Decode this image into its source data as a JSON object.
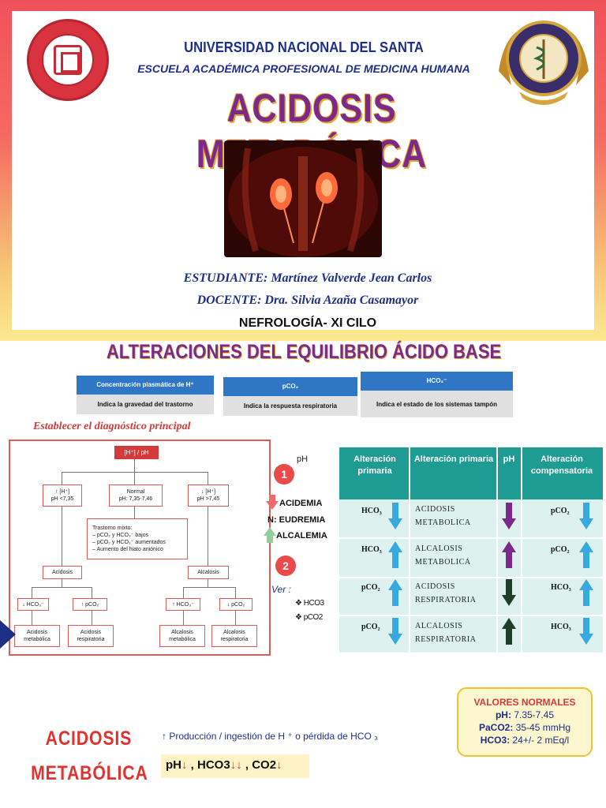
{
  "header": {
    "university": "UNIVERSIDAD NACIONAL DEL SANTA",
    "school": "ESCUELA ACADÉMICA PROFESIONAL DE MEDICINA HUMANA",
    "title": "ACIDOSIS METABÓLICA",
    "student": "ESTUDIANTE: Martínez Valverde Jean Carlos",
    "teacher": "DOCENTE: Dra.  Silvia Azaña Casamayor",
    "course": "NEFROLOGÍA- XI CILO",
    "left_seal": "seal-universidad-nacional-del-santa",
    "right_seal": "seal-eap-medicina-humana"
  },
  "equilibrium": {
    "title": "ALTERACIONES DEL EQUILIBRIO ÁCIDO BASE",
    "boxes": [
      {
        "title": "Concentración plasmática de H⁺",
        "body": "Indica la gravedad del trastorno"
      },
      {
        "title": "pCO₂",
        "body": "Indica la respuesta respiratoria"
      },
      {
        "title": "HCO₃⁻",
        "body": "Indica el estado de los sistemas tampón"
      }
    ]
  },
  "diagnosis": {
    "title": "Establecer el diagnóstico principal",
    "root": "[H⁺] / pH",
    "high": "↑ [H⁺]\npH <7,35",
    "normal": "Normal\npH: 7,35-7,46",
    "low": "↓ [H⁺]\npH >7,45",
    "mixed": "Trastorno mixto:\n– pCO₂ y HCO₃⁻ bajos\n– pCO₂ y HCO₃⁻ aumentados\n– Aumento del hiato aniónico",
    "acidosis": "Acidosis",
    "alcalosis": "Alcalosis",
    "leaf_1": "↓ HCO₃⁻",
    "leaf_2": "↑ pCO₂",
    "leaf_3": "↑ HCO₃⁻",
    "leaf_4": "↓ pCO₂",
    "result_1": "Acidosis\nmetabólica",
    "result_2": "Acidosis\nrespiratoria",
    "result_3": "Alcalosis\nmetabólica",
    "result_4": "Alcalosis\nrespiratoria"
  },
  "legend": {
    "step_1": "1",
    "step_2": "2",
    "ph": "pH",
    "acidemia": "ACIDEMIA",
    "eudremia": "N: EUDREMIA",
    "alcalemia": "ALCALEMIA",
    "ver": "Ver :",
    "bullet_1": "HCO3",
    "bullet_2": "pCO2",
    "down_color": "#f06a6a",
    "up_color": "#8fcf9e"
  },
  "alterations_table": {
    "headers": [
      "Alteración primaria",
      "Alteración primaria",
      "pH",
      "Alteración compensatoria"
    ],
    "rows": [
      {
        "primary": "HCO₃",
        "primary_dir": "down",
        "name": "ACIDOSIS METABOLICA",
        "ph_dir": "down",
        "ph_color": "#7b2a8a",
        "comp": "pCO₂",
        "comp_dir": "down"
      },
      {
        "primary": "HCO₃",
        "primary_dir": "up",
        "name": "ALCALOSIS METABOLICA",
        "ph_dir": "up",
        "ph_color": "#7b2a8a",
        "comp": "pCO₂",
        "comp_dir": "up"
      },
      {
        "primary": "pCO₂",
        "primary_dir": "up",
        "name": "ACIDOSIS RESPIRATORIA",
        "ph_dir": "down",
        "ph_color": "#1f3d2a",
        "comp": "HCO₃",
        "comp_dir": "up"
      },
      {
        "primary": "pCO₂",
        "primary_dir": "down",
        "name": "ALCALOSIS RESPIRATORIA",
        "ph_dir": "up",
        "ph_color": "#1f3d2a",
        "comp": "HCO₃",
        "comp_dir": "down"
      }
    ],
    "arrow_color": "#38a8e0"
  },
  "normal_values": {
    "title": "VALORES NORMALES",
    "ph_label": "pH:",
    "ph_value": "7.35-7.45",
    "paco2_label": "PaCO2:",
    "paco2_value": "35-45 mmHg",
    "hco3_label": "HCO3:",
    "hco3_value": "24+/- 2 mEq/l"
  },
  "bottom": {
    "word_1": "ACIDOSIS",
    "word_2": "METABÓLICA",
    "production": "↑ Producción / ingestión de H ⁺ o pérdida de HCO ₃",
    "ph_part": "pH",
    "ph_arrow": "↓",
    "hco3_part": " , HCO3",
    "hco3_arrow": "↓↓",
    "co2_part": "  , CO2",
    "co2_arrow": "↓"
  }
}
